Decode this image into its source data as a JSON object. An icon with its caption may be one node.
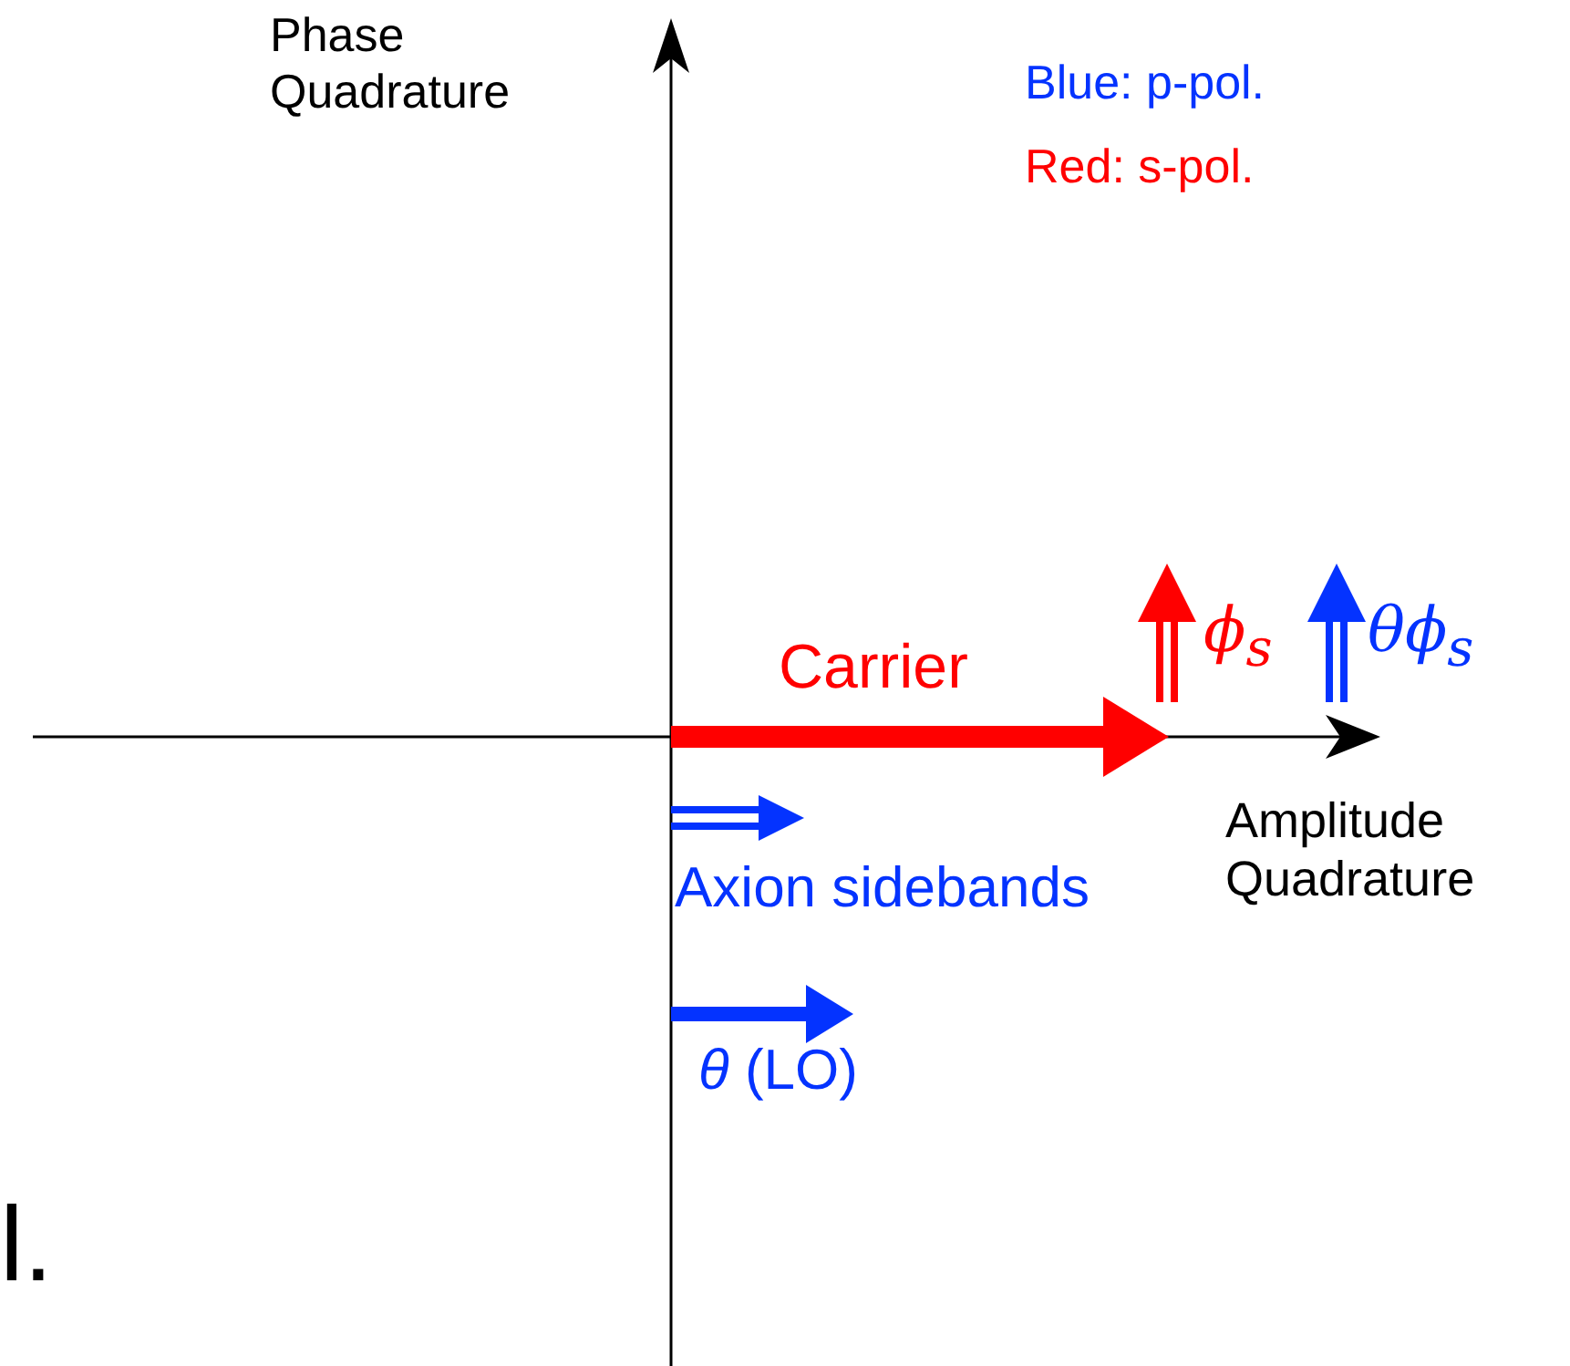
{
  "diagram": {
    "labels": [
      "Phase Quadrature",
      "Blue: p-pol.",
      "Red: s-pol.",
      "ϕ$_{s}$",
      "θϕ$_{s}$",
      "Carrier",
      "Amplitude Quadrature",
      "Axion sidebands",
      "*θ* (LO)",
      "l."
    ]
  }
}
